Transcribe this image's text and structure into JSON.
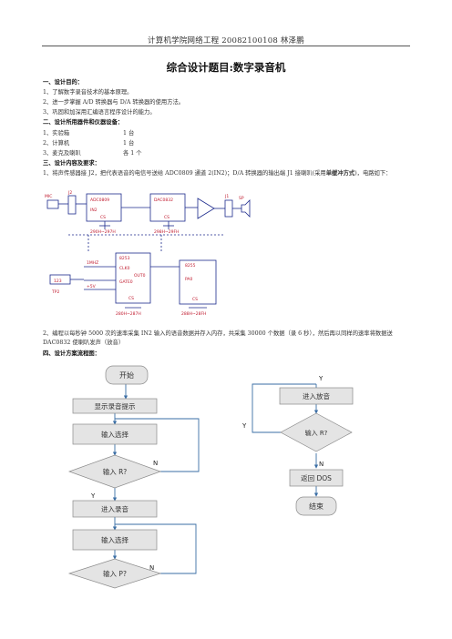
{
  "header": {
    "text": "计算机学院网络工程 20082100108 林泽鹏"
  },
  "title": "综合设计题目:数字录音机",
  "section1": {
    "heading": "一、设计目的：",
    "items": [
      "1、了解数字录音技术的基本原理。",
      "2、进一步掌握 A/D 转换器与 D/A 转换器的使用方法。",
      "3、巩固和加深用汇编语言程序设计的能力。"
    ]
  },
  "section2": {
    "heading": "二、设计所用器件和仪器设备：",
    "items": [
      {
        "name": "1、实验箱",
        "qty": "1 台"
      },
      {
        "name": "2、计算机",
        "qty": "1 台"
      },
      {
        "name": "3、麦克及喇叭",
        "qty": "各 1 个"
      }
    ]
  },
  "section3": {
    "heading": "三、设计内容及要求：",
    "p1_part1": "1、将声传感器接 J2，把代表语音的电信号送给 ADC0809 通道 2(IN2)；D/A 转换器的输出端 J1 接喇叭(采用",
    "p1_bold": "单缓冲方式",
    "p1_part2": ")，电路如下：",
    "p2": "2、编程以每秒钟 5000 次的速率采集 IN2 输入的语音数据并存入内存，共采集 30000 个数据（录 6 秒），然后再以同样的速率将数据送 DAC0832 使喇叭发声（放音）"
  },
  "section4": {
    "heading": "四、设计方案流程图："
  },
  "circuit": {
    "labels": [
      "MIC",
      "J2",
      "ADC0809",
      "IN2",
      "CS",
      "DAC0832",
      "CS",
      "J1",
      "SP",
      "290H~297H",
      "298H~29FH",
      "8253",
      "CLK0",
      "GATE0",
      "OUT0",
      "1MHZ",
      "+5V",
      "CS",
      "280H~287H",
      "8255",
      "PA0",
      "CS",
      "288H~28FH",
      "TP2",
      "123"
    ]
  },
  "flowchart": {
    "start": "开始",
    "show_prompt": "显示录音提示",
    "input_select_1": "输入选择",
    "input_r_1": "输入 R?",
    "record": "进入录音",
    "input_select_2": "输入选择",
    "input_p": "输入 P?",
    "play": "进入放音",
    "input_r_2": "输入 R?",
    "return_dos": "返回 DOS",
    "end": "结束",
    "yes": "Y",
    "no": "N"
  }
}
